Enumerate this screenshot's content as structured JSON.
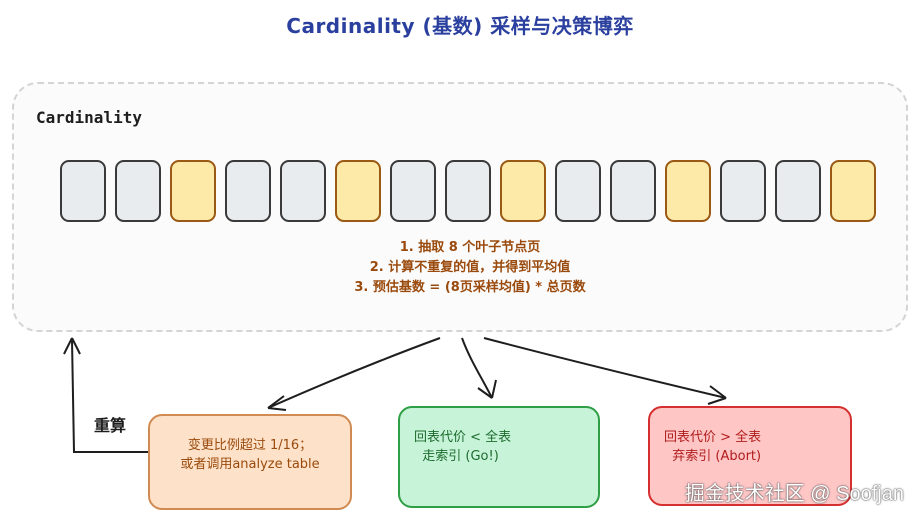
{
  "title": "Cardinality (基数) 采样与决策博弈",
  "panel": {
    "label": "Cardinality",
    "pages": [
      {
        "sampled": false
      },
      {
        "sampled": false
      },
      {
        "sampled": true
      },
      {
        "sampled": false
      },
      {
        "sampled": false
      },
      {
        "sampled": true
      },
      {
        "sampled": false
      },
      {
        "sampled": false
      },
      {
        "sampled": true
      },
      {
        "sampled": false
      },
      {
        "sampled": false
      },
      {
        "sampled": true
      },
      {
        "sampled": false
      },
      {
        "sampled": false
      },
      {
        "sampled": true
      }
    ],
    "steps": [
      "1. 抽取 8 个叶子节点页",
      "2. 计算不重复的值，并得到平均值",
      "3. 预估基数 = (8页采样均值) * 总页数"
    ]
  },
  "outcomes": {
    "recompute": {
      "lines": [
        "变更比例超过 1/16；",
        "或者调用analyze table"
      ],
      "side_label": "重算"
    },
    "go": {
      "lines": [
        "回表代价 < 全表",
        "  走索引 (Go!)"
      ]
    },
    "abort": {
      "lines": [
        "回表代价 > 全表",
        "  弃索引 (Abort)"
      ]
    }
  },
  "watermark": "掘金技术社区 @ Soofjan",
  "colors": {
    "page_default": "#e9ecef",
    "page_sampled": "#fde9a8",
    "title": "#2a3f9e"
  }
}
